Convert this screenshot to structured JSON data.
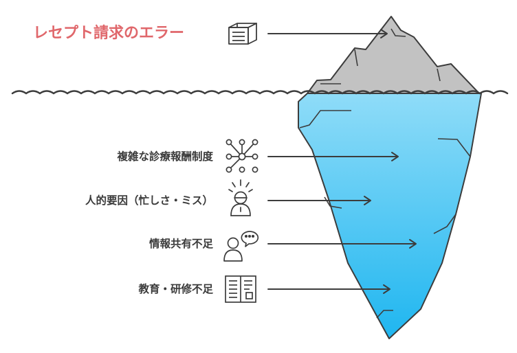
{
  "title": {
    "text": "レセプト請求のエラー",
    "color": "#e0676b"
  },
  "causes": [
    {
      "label": "複雑な診療報酬制度",
      "icon": "network-nodes-icon"
    },
    {
      "label": "人的要因（忙しさ・ミス）",
      "icon": "stressed-person-icon"
    },
    {
      "label": "情報共有不足",
      "icon": "person-speech-bubble-icon"
    },
    {
      "label": "教育・研修不足",
      "icon": "training-manual-icon"
    }
  ],
  "title_icon": "stacked-documents-icon",
  "colors": {
    "peak": "#c2c2c2",
    "ice_top": "#8fdcf8",
    "ice_bottom": "#1fb6f0",
    "outline": "#3c3c3c",
    "water": "#3c3c3c",
    "text": "#3a3a3a"
  }
}
